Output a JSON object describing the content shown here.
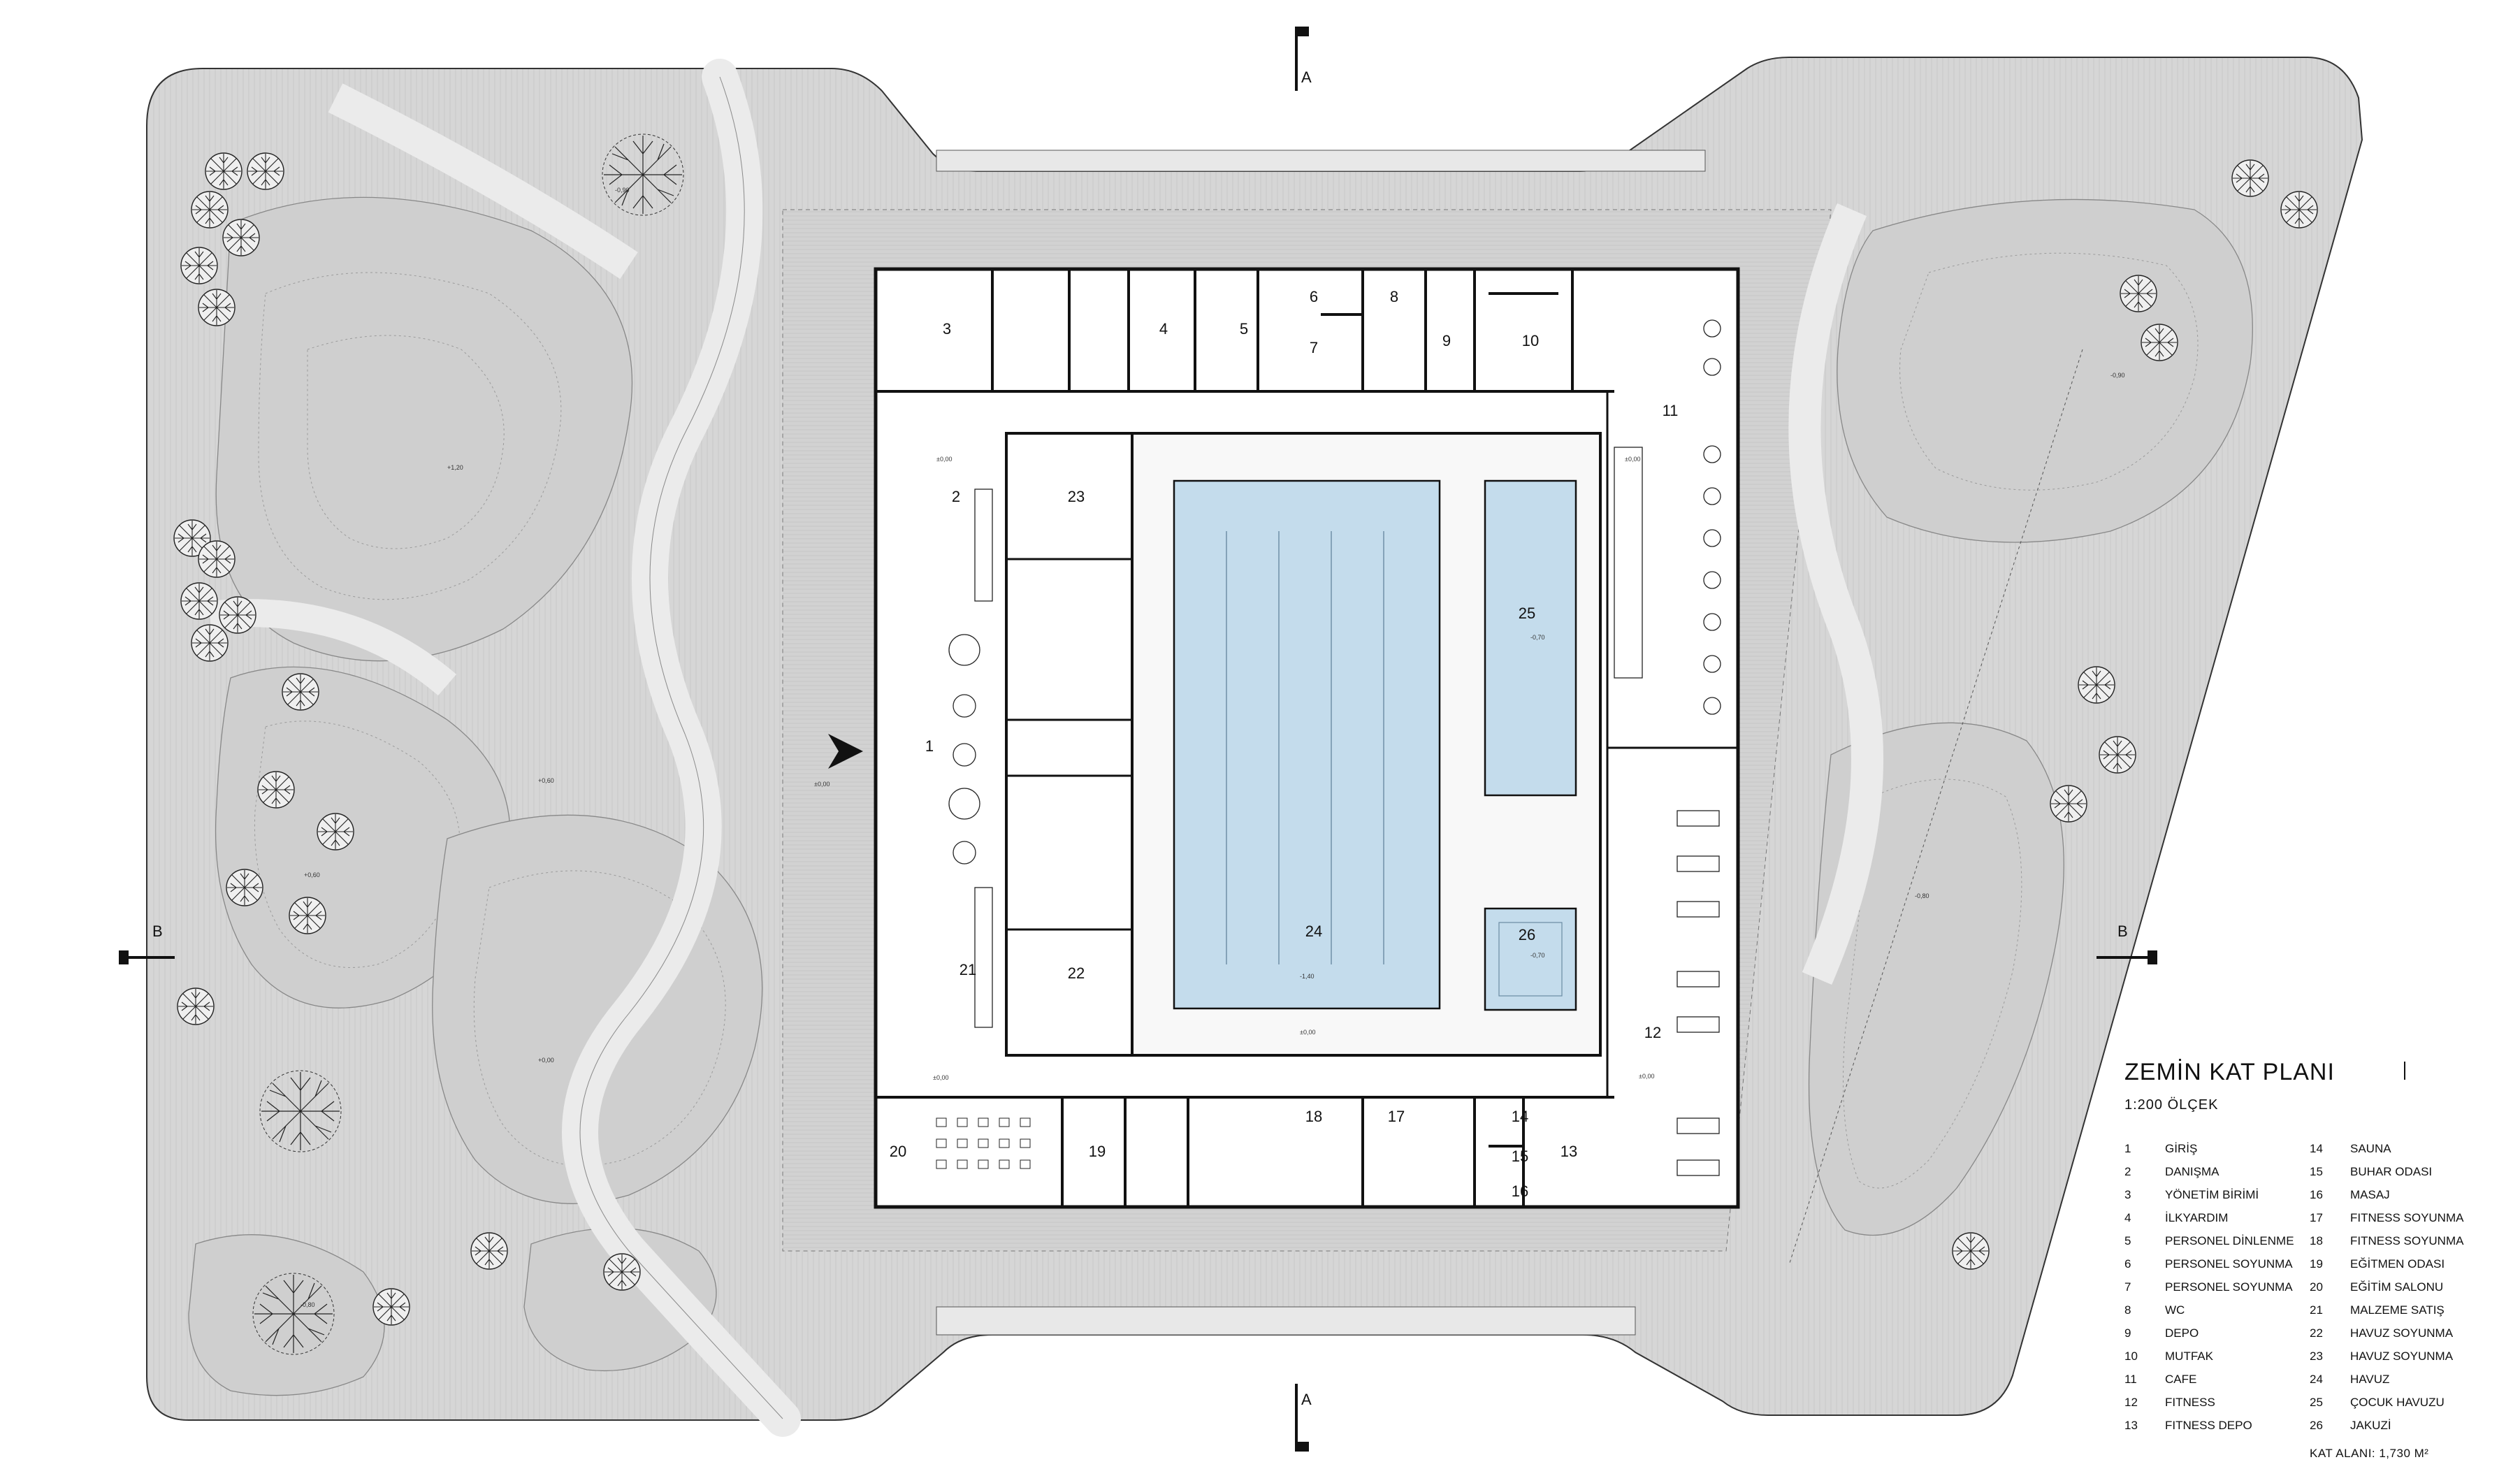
{
  "plan_title": "ZEMİN KAT PLANI",
  "scale": "1:200 ÖLÇEK",
  "floor_area": "KAT ALANI: 1,730 M²",
  "section_marks": {
    "a_top": "A",
    "a_bottom": "A",
    "b_left": "B",
    "b_right": "B"
  },
  "room_labels": [
    "1",
    "2",
    "3",
    "4",
    "5",
    "6",
    "7",
    "8",
    "9",
    "10",
    "11",
    "12",
    "13",
    "14",
    "15",
    "16",
    "17",
    "18",
    "19",
    "20",
    "21",
    "22",
    "23",
    "24",
    "25",
    "26"
  ],
  "level_marks": [
    "+1,20",
    "±0,00",
    "-0,90",
    "-0,90",
    "-0,80",
    "+0,60",
    "±0,00",
    "±0,00",
    "-1,40",
    "-0,70",
    "-0,70",
    "±0,00",
    "±0,00",
    "±0,00",
    "+0,00",
    "-0,80",
    "-0,80",
    "+0,60"
  ],
  "legend": [
    {
      "num": "1",
      "name": "GİRİŞ"
    },
    {
      "num": "2",
      "name": "DANIŞMA"
    },
    {
      "num": "3",
      "name": "YÖNETİM BİRİMİ"
    },
    {
      "num": "4",
      "name": "İLKYARDIM"
    },
    {
      "num": "5",
      "name": "PERSONEL DİNLENME"
    },
    {
      "num": "6",
      "name": "PERSONEL SOYUNMA"
    },
    {
      "num": "7",
      "name": "PERSONEL SOYUNMA"
    },
    {
      "num": "8",
      "name": "WC"
    },
    {
      "num": "9",
      "name": "DEPO"
    },
    {
      "num": "10",
      "name": "MUTFAK"
    },
    {
      "num": "11",
      "name": "CAFE"
    },
    {
      "num": "12",
      "name": "FITNESS"
    },
    {
      "num": "13",
      "name": "FITNESS DEPO"
    },
    {
      "num": "14",
      "name": "SAUNA"
    },
    {
      "num": "15",
      "name": "BUHAR ODASI"
    },
    {
      "num": "16",
      "name": "MASAJ"
    },
    {
      "num": "17",
      "name": "FITNESS SOYUNMA"
    },
    {
      "num": "18",
      "name": "FITNESS SOYUNMA"
    },
    {
      "num": "19",
      "name": "EĞİTMEN ODASI"
    },
    {
      "num": "20",
      "name": "EĞİTİM SALONU"
    },
    {
      "num": "21",
      "name": "MALZEME SATIŞ"
    },
    {
      "num": "22",
      "name": "HAVUZ SOYUNMA"
    },
    {
      "num": "23",
      "name": "HAVUZ SOYUNMA"
    },
    {
      "num": "24",
      "name": "HAVUZ"
    },
    {
      "num": "25",
      "name": "ÇOCUK HAVUZU"
    },
    {
      "num": "26",
      "name": "JAKUZİ"
    }
  ],
  "colors": {
    "site": "#d4d4d4",
    "path": "#e6e6e6",
    "pool": "#c4dcec",
    "building": "#ffffff",
    "wall": "#111111"
  }
}
